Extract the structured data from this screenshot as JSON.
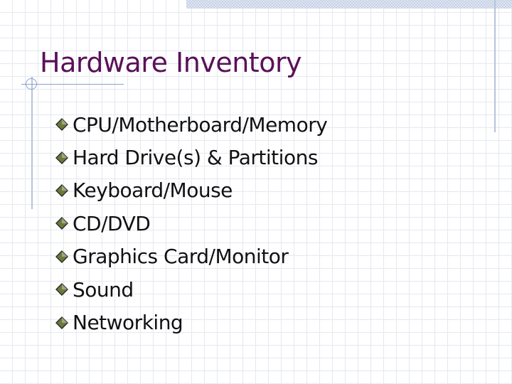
{
  "slide": {
    "title": "Hardware Inventory",
    "bullet_icon": "diamond-bullet-icon",
    "bullets": [
      {
        "label": "CPU/Motherboard/Memory"
      },
      {
        "label": "Hard Drive(s) & Partitions"
      },
      {
        "label": "Keyboard/Mouse"
      },
      {
        "label": "CD/DVD"
      },
      {
        "label": "Graphics Card/Monitor"
      },
      {
        "label": "Sound"
      },
      {
        "label": "Networking"
      }
    ]
  },
  "colors": {
    "title": "#5a1058",
    "text": "#111111",
    "bullet_fill": "#6b7a3a",
    "bullet_stroke": "#2b2b2b",
    "grid": "#e4e8f0",
    "accent_bar": "#c8d1e6"
  }
}
